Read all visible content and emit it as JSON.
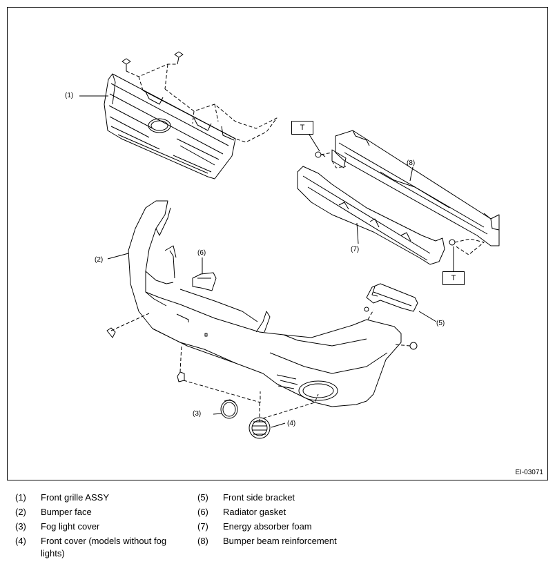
{
  "figure": {
    "code": "EI-03071",
    "callouts": [
      "(1)",
      "(2)",
      "(3)",
      "(4)",
      "(5)",
      "(6)",
      "(7)",
      "(8)"
    ],
    "torque_marker": "T"
  },
  "legend": [
    {
      "num": "(1)",
      "text": "Front grille ASSY"
    },
    {
      "num": "(2)",
      "text": "Bumper face"
    },
    {
      "num": "(3)",
      "text": "Fog light cover"
    },
    {
      "num": "(4)",
      "text": "Front cover (models without fog lights)"
    },
    {
      "num": "(5)",
      "text": "Front side bracket"
    },
    {
      "num": "(6)",
      "text": "Radiator gasket"
    },
    {
      "num": "(7)",
      "text": "Energy absorber foam"
    },
    {
      "num": "(8)",
      "text": "Bumper beam reinforcement"
    }
  ]
}
